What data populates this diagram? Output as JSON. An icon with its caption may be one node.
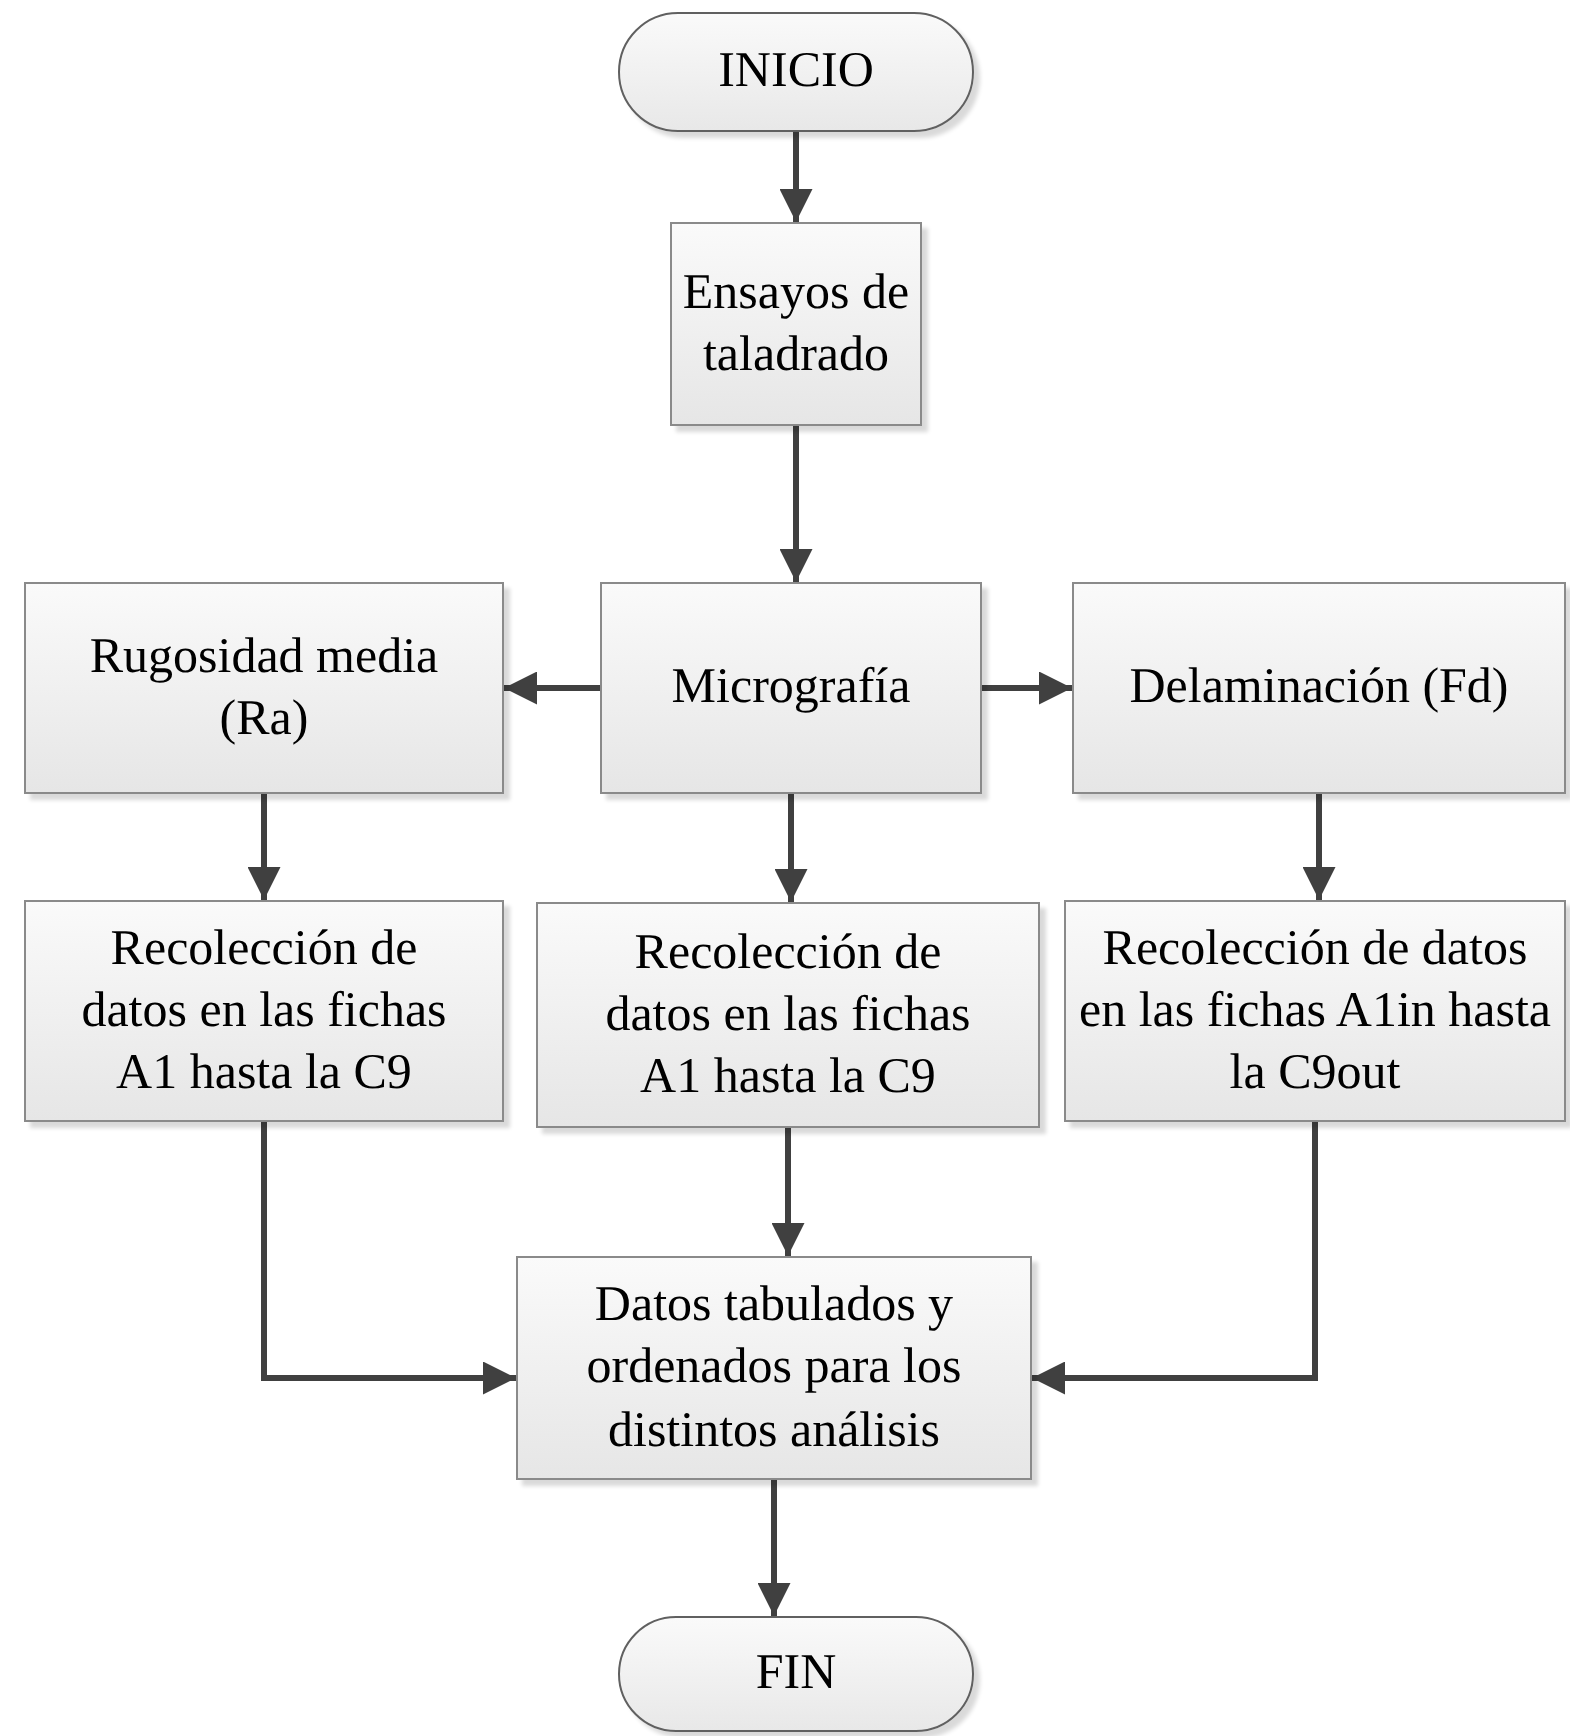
{
  "diagram": {
    "nodes": [
      {
        "text": [
          "INICIO"
        ]
      },
      {
        "text": [
          "Ensayos de taladrado"
        ]
      },
      {
        "text": [
          "Micrografía"
        ]
      },
      {
        "text": [
          "Rugosidad media (Ra)"
        ]
      },
      {
        "text": [
          "Delaminación (Fd)"
        ]
      },
      {
        "text": [
          "Recolección de datos en las fichas A1 hasta la C9"
        ]
      },
      {
        "text": [
          "Recolección de datos en las fichas A1 hasta la C9"
        ]
      },
      {
        "text": [
          "Recolección de datos en las fichas A1in hasta la C9out"
        ]
      },
      {
        "text": [
          "Datos tabulados y ordenados para los distintos análisis"
        ]
      },
      {
        "text": [
          "FIN"
        ]
      }
    ],
    "edges": [
      {
        "from": 0,
        "to": 1,
        "arrow": "to"
      },
      {
        "from": 1,
        "to": 2,
        "arrow": "to"
      },
      {
        "from": 2,
        "to": 3,
        "arrow": "to"
      },
      {
        "from": 2,
        "to": 4,
        "arrow": "to"
      },
      {
        "from": 3,
        "to": 5,
        "arrow": "to"
      },
      {
        "from": 2,
        "to": 6,
        "arrow": "to"
      },
      {
        "from": 4,
        "to": 7,
        "arrow": "to"
      },
      {
        "from": 5,
        "to": 8,
        "arrow": "to"
      },
      {
        "from": 6,
        "to": 8,
        "arrow": "to"
      },
      {
        "from": 7,
        "to": 8,
        "arrow": "to"
      },
      {
        "from": 8,
        "to": 9,
        "arrow": "to"
      }
    ]
  }
}
